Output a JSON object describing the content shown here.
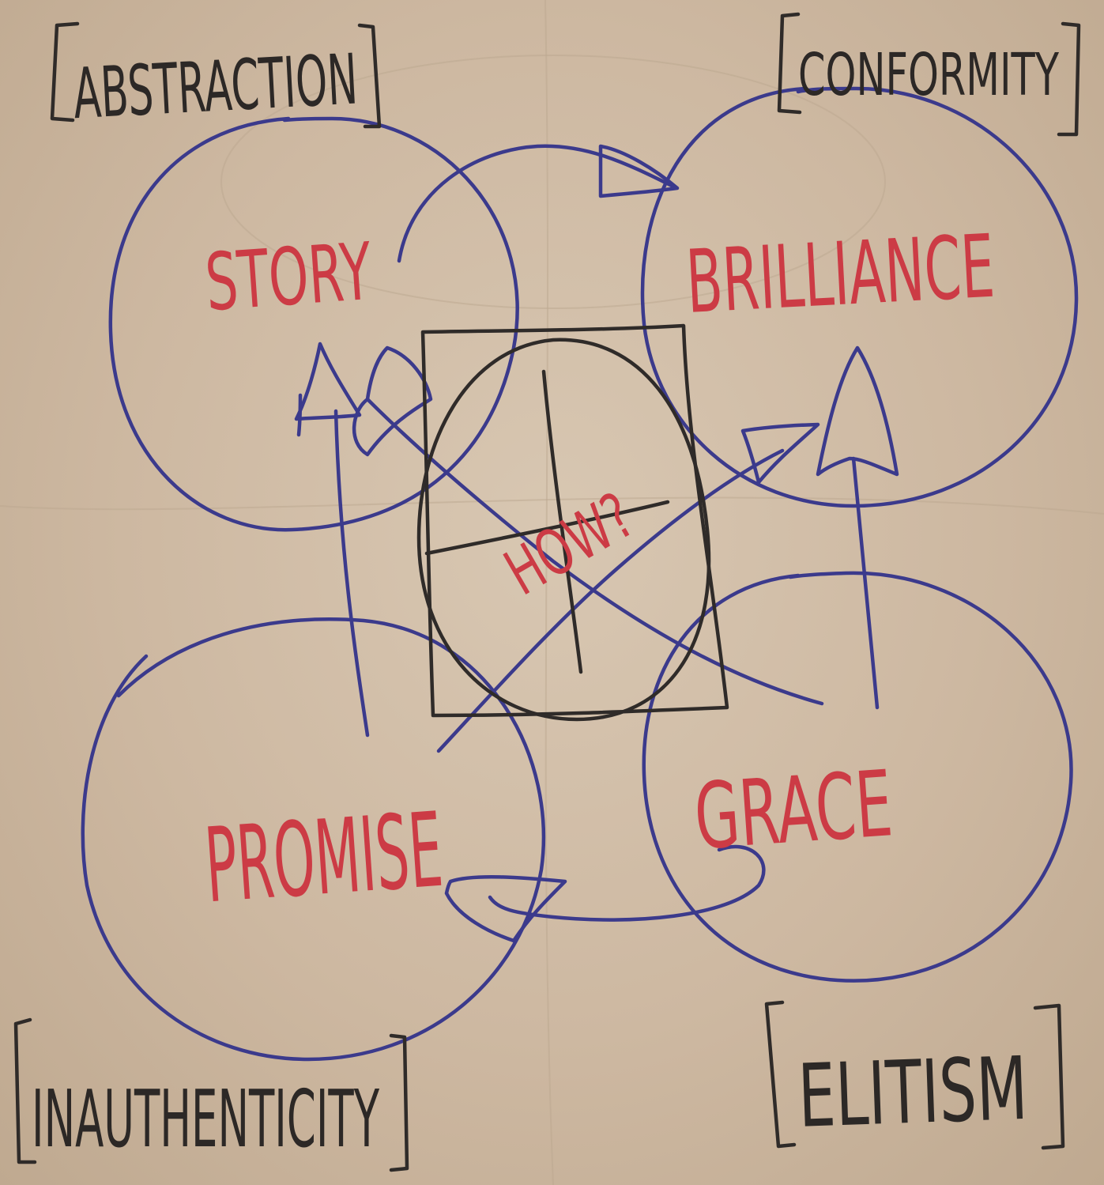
{
  "values": {
    "top_left": "STORY",
    "top_right": "BRILLIANCE",
    "bottom_left": "PROMISE",
    "bottom_right": "GRACE",
    "center": "HOW?"
  },
  "shadows": {
    "top_left": "ABSTRACTION",
    "top_right": "CONFORMITY",
    "bottom_left": "INAUTHENTICITY",
    "bottom_right": "ELITISM"
  },
  "colors": {
    "circles": "#3b3a8c",
    "values_text": "#cc3b45",
    "shadow_text": "#2c2826",
    "paper": "#d3c0aa"
  }
}
